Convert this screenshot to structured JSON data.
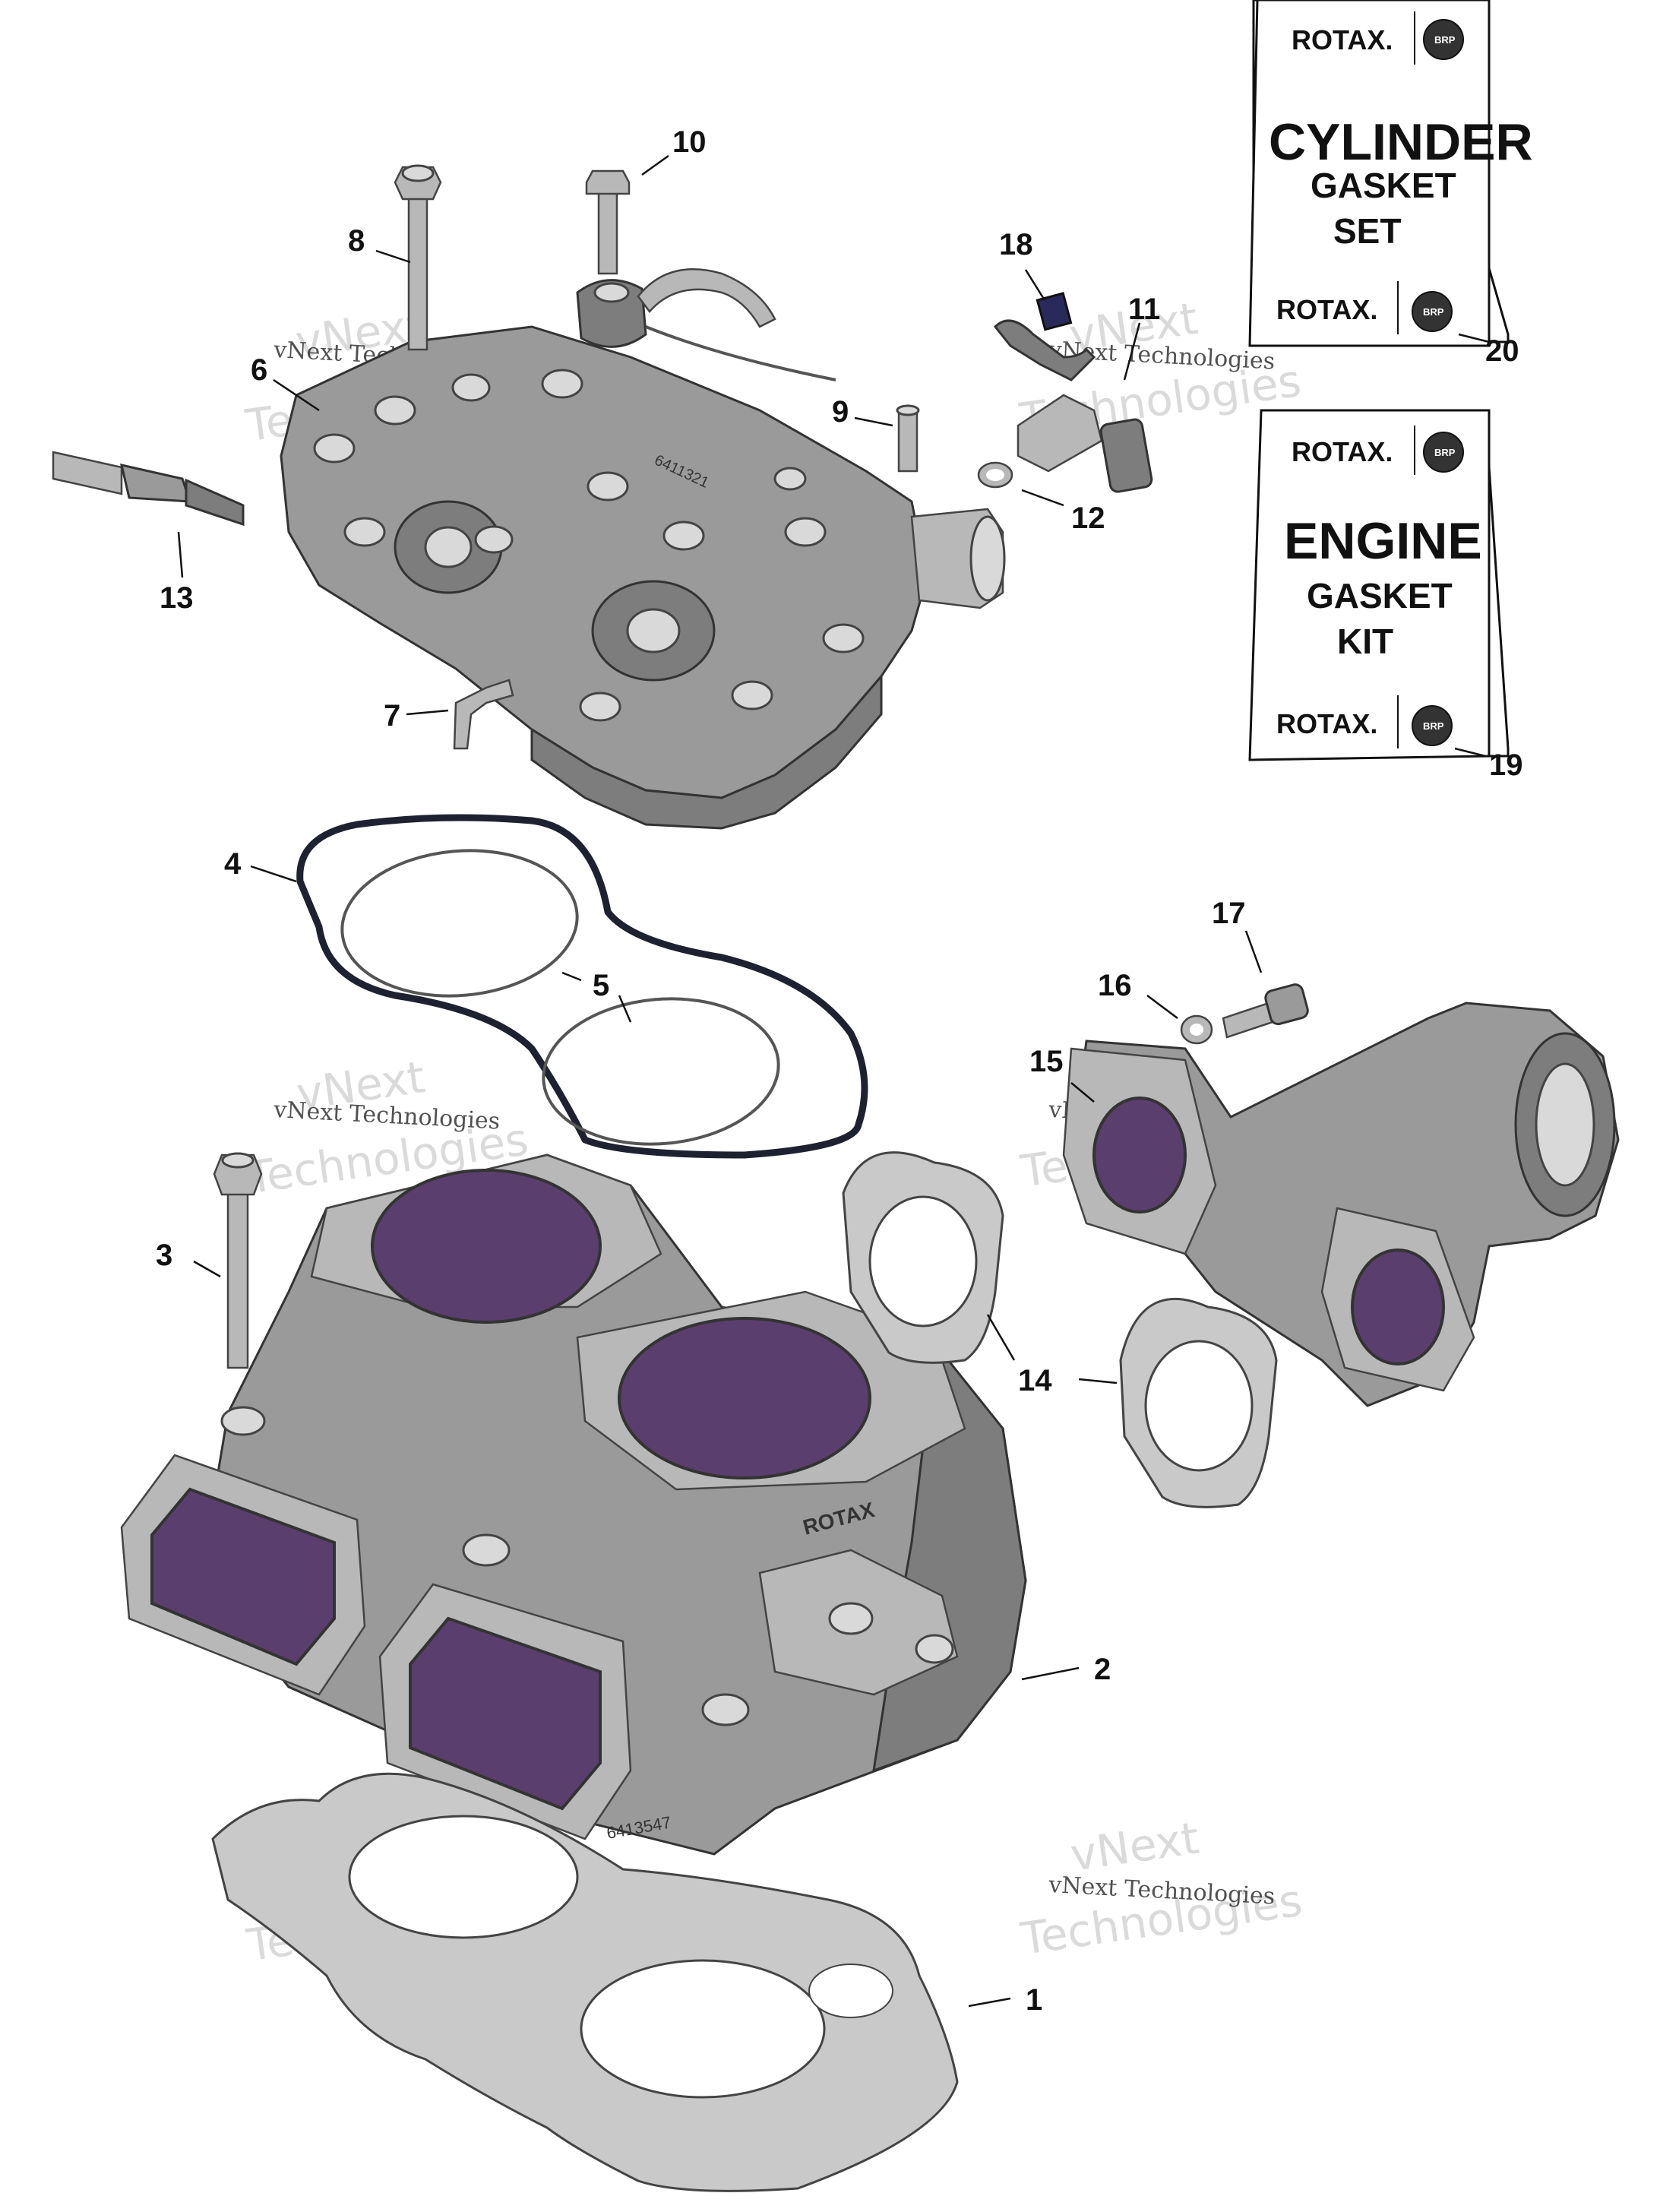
{
  "callouts": {
    "c1": "1",
    "c2": "2",
    "c3": "3",
    "c4": "4",
    "c5": "5",
    "c6": "6",
    "c7": "7",
    "c8": "8",
    "c9": "9",
    "c10": "10",
    "c11": "11",
    "c12": "12",
    "c13": "13",
    "c14": "14",
    "c15": "15",
    "c16": "16",
    "c17": "17",
    "c18": "18",
    "c19": "19",
    "c20": "20"
  },
  "kit_cylinder": {
    "brand_top": "ROTAX.",
    "line1": "CYLINDER",
    "line2": "GASKET",
    "line3": "SET",
    "brand_bottom": "ROTAX.",
    "badge": "BRP"
  },
  "kit_engine": {
    "brand_top": "ROTAX.",
    "line1": "ENGINE",
    "line2": "GASKET",
    "line3": "KIT",
    "brand_bottom": "ROTAX.",
    "badge": "BRP"
  },
  "watermark": {
    "small": "vNext Technologies",
    "big_line1": "vNext",
    "big_line2": "Technologies"
  },
  "castings": {
    "head_number": "6411321",
    "cylinder_number": "6413547",
    "cylinder_logo": "ROTAX"
  },
  "colors": {
    "casting": "#8a8a8a",
    "bore_tint": "#5a3f6e",
    "gasket": "#c9c9c9",
    "seal": "#1e2130"
  }
}
